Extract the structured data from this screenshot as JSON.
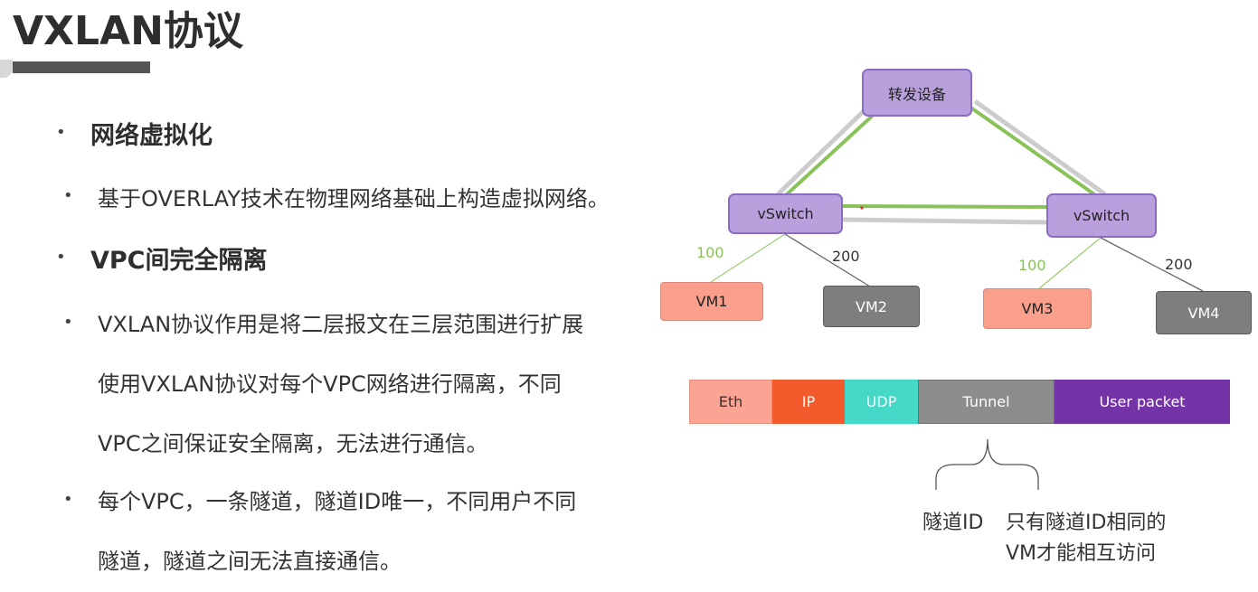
{
  "title": "VXLAN协议",
  "left": {
    "h1": "网络虚拟化",
    "p1": "基于OVERLAY技术在物理网络基础上构造虚拟网络。",
    "h2": "VPC间完全隔离",
    "p2_line1": "VXLAN协议作用是将二层报文在三层范围进行扩展",
    "p2_line2": "使用VXLAN协议对每个VPC网络进行隔离，不同",
    "p2_line3": "VPC之间保证安全隔离，无法进行通信。",
    "p3_line1": "每个VPC，一条隧道，隧道ID唯一，不同用户不同",
    "p3_line2": "隧道，隧道之间无法直接通信。"
  },
  "diagram": {
    "core": "转发设备",
    "switch_left": "vSwitch",
    "switch_right": "vSwitch",
    "vm1": "VM1",
    "vm2": "VM2",
    "vm3": "VM3",
    "vm4": "VM4",
    "vlan_left_green": "100",
    "vlan_left_gray": "200",
    "vlan_right_green": "100",
    "vlan_right_gray": "200",
    "colors": {
      "purple": "#b9a0dd",
      "green_link": "#8ac25a",
      "gray_link": "#cccccc",
      "salmon": "#fa9f8c",
      "gray_vm": "#7e7e7e"
    }
  },
  "packet": {
    "segments": [
      {
        "label": "Eth",
        "color": "#fba493"
      },
      {
        "label": "IP",
        "color": "#f35b2c"
      },
      {
        "label": "UDP",
        "color": "#45d8c6"
      },
      {
        "label": "Tunnel",
        "color": "#8c8c8c"
      },
      {
        "label": "User packet",
        "color": "#7434a8"
      }
    ],
    "note_left": "隧道ID",
    "note_right_line1": "只有隧道ID相同的",
    "note_right_line2": "VM才能相互访问"
  }
}
